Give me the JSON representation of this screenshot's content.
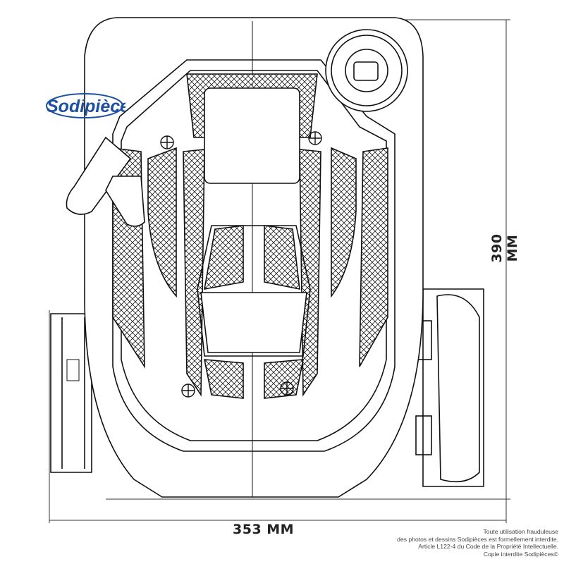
{
  "logo": {
    "text": "Sodipièces",
    "color": "#1f4fa0"
  },
  "dimensions": {
    "width_label": "353 MM",
    "height_label": "390 MM"
  },
  "copyright": [
    "Toute utilisation frauduleuse",
    "des photos et dessins Sodipièces est formellement interdite.",
    "Article L122-4 du Code de la Propriété Intellectuelle.",
    "Copie interdite Sodipièces©"
  ]
}
